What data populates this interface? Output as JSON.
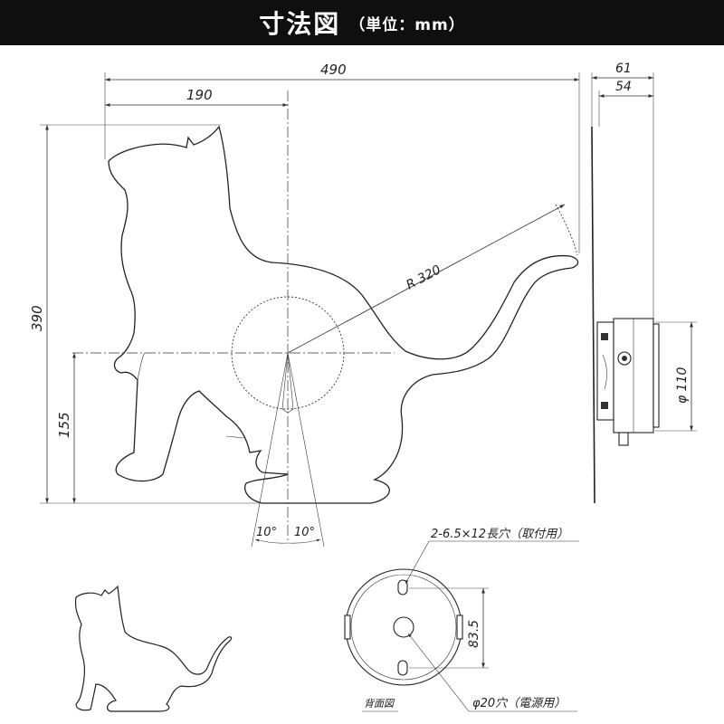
{
  "header": {
    "title": "寸法図",
    "unit": "（単位：mm）"
  },
  "dimensions": {
    "total_width": "490",
    "head_width": "190",
    "total_height": "390",
    "center_height": "155",
    "radius": "R 320",
    "angle_left": "10°",
    "angle_right": "10°",
    "depth_total": "61",
    "depth_body": "54",
    "movement_diameter": "φ 110",
    "hole_pitch": "83.5"
  },
  "rear_view": {
    "mount_holes_label": "2-6.5×12長穴（取付用）",
    "power_hole_label": "φ20穴（電源用）",
    "caption": "背面図"
  }
}
